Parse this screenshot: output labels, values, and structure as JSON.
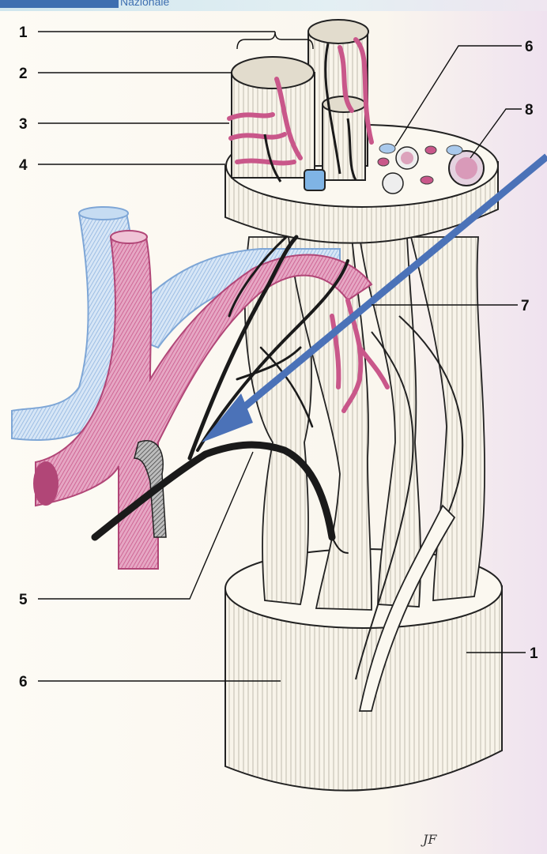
{
  "header": {
    "logo_text": "Nazionale"
  },
  "figure": {
    "labels_left": [
      {
        "id": "l1",
        "text": "1"
      },
      {
        "id": "l2",
        "text": "2"
      },
      {
        "id": "l3",
        "text": "3"
      },
      {
        "id": "l4",
        "text": "4"
      },
      {
        "id": "l5",
        "text": "5"
      },
      {
        "id": "l6b",
        "text": "6"
      }
    ],
    "labels_right": [
      {
        "id": "r6",
        "text": "6"
      },
      {
        "id": "r8",
        "text": "8"
      },
      {
        "id": "r7",
        "text": "7"
      },
      {
        "id": "r1",
        "text": "1"
      }
    ],
    "signature": "JF",
    "colors": {
      "artery": "#c9578a",
      "vein": "#a9c9ec",
      "nerve": "#1a1a1a",
      "tendon": "#f7f3ea",
      "arrow": "#4b72b8"
    }
  }
}
